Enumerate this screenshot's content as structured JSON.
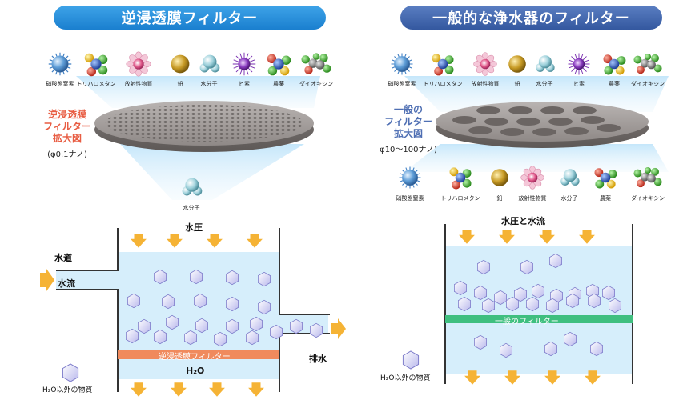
{
  "titles": {
    "left": "逆浸透膜フィルター",
    "right": "一般的な浄水器のフィルター"
  },
  "left_panel": {
    "molecules_top": [
      "硝酸態窒素",
      "トリハロメタン",
      "放射性物質",
      "鉛",
      "水分子",
      "ヒ素",
      "農薬",
      "ダイオキシン"
    ],
    "zoom_label": [
      "逆浸透膜",
      "フィルター",
      "拡大図"
    ],
    "zoom_size": "(φ0.1ナノ)",
    "passed_molecule": "水分子",
    "diagram": {
      "water_pressure": "水圧",
      "tap_water": "水道",
      "water_flow": "水流",
      "drain": "排水",
      "filter_label": "逆浸透膜フィルター",
      "output": "H₂O",
      "legend": "H₂O以外の物質"
    }
  },
  "right_panel": {
    "molecules_top": [
      "硝酸態窒素",
      "トリハロメタン",
      "放射性物質",
      "鉛",
      "水分子",
      "ヒ素",
      "農薬",
      "ダイオキシン"
    ],
    "zoom_label": [
      "一般の",
      "フィルター",
      "拡大図"
    ],
    "zoom_size": "φ10～100ナノ)",
    "molecules_bottom": [
      "硝酸態窒素",
      "トリハロメタン",
      "鉛",
      "放射性物質",
      "水分子",
      "農薬",
      "ダイオキシン"
    ],
    "diagram": {
      "water_pressure_flow": "水圧と水流",
      "filter_label": "一般のフィルター",
      "legend": "H₂O以外の物質"
    }
  },
  "colors": {
    "ro_title": "#1a7fcf",
    "general_title": "#34589f",
    "ro_zoom_label": "#e85d43",
    "general_zoom_label": "#4f6fb3",
    "ro_filter_bar": "#f08a5d",
    "general_filter_bar": "#3fbf7f",
    "arrow": "#f5b335",
    "water": "#d6eefb",
    "wall": "#333333"
  }
}
